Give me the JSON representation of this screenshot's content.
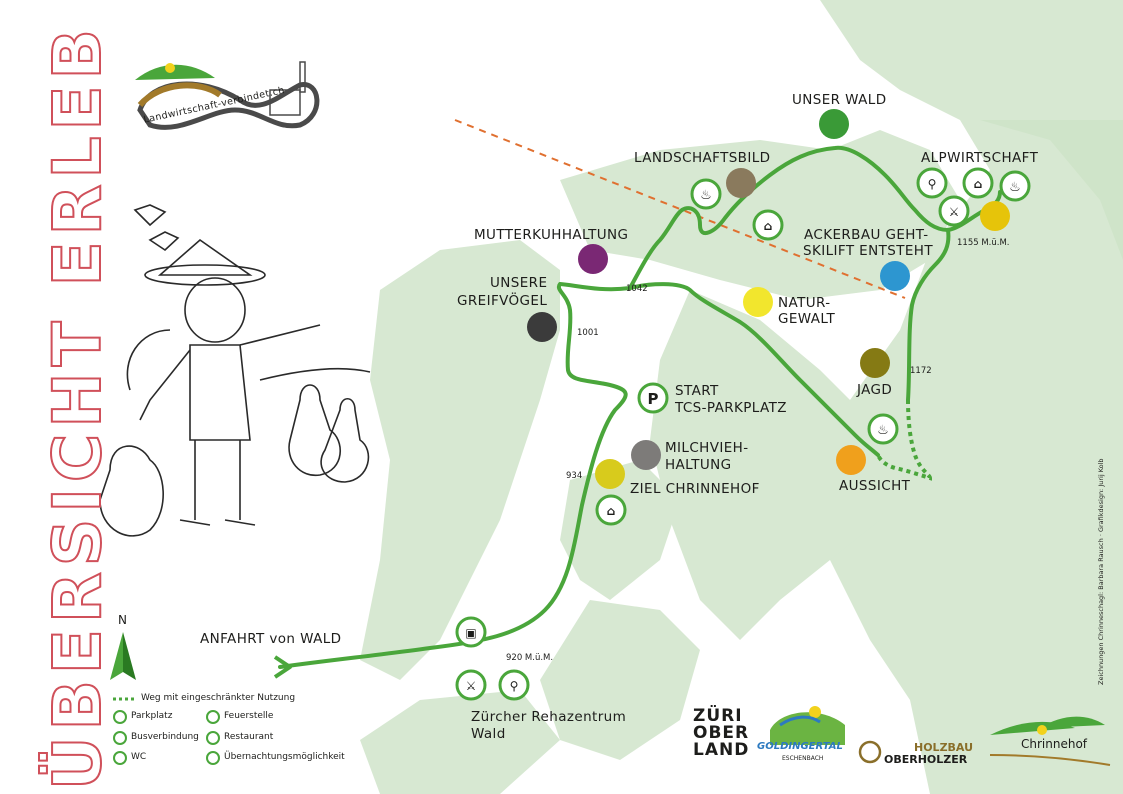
{
  "title": "ÜBERSICHT ERLEBNISWEG",
  "logo_text": "Landwirtschaft-verbindet.ch",
  "stations": [
    {
      "label": "UNSER WALD",
      "color": "#3a9a37"
    },
    {
      "label": "LANDSCHAFTSBILD",
      "color": "#8a7a5d"
    },
    {
      "label": "ALPWIRTSCHAFT",
      "color": "#e6c40a"
    },
    {
      "label": "MUTTERKUHHALTUNG",
      "color": "#7a2874"
    },
    {
      "label": "ACKERBAU GEHT-",
      "label2": "SKILIFT ENTSTEHT",
      "color": "#2d96d0"
    },
    {
      "label": "UNSERE",
      "label2": "GREIFVÖGEL",
      "color": "#3b3b3b"
    },
    {
      "label": "NATUR-",
      "label2": "GEWALT",
      "color": "#f2e62d"
    },
    {
      "label": "JAGD",
      "color": "#857a14"
    },
    {
      "label": "START",
      "label2": "TCS-PARKPLATZ"
    },
    {
      "label": "MILCHVIEH-",
      "label2": "HALTUNG",
      "color": "#7d7b79"
    },
    {
      "label": "ZIEL CHRINNEHOF",
      "color": "#d8cb1c"
    },
    {
      "label": "AUSSICHT",
      "color": "#f0a01c"
    }
  ],
  "elevations": [
    "1042",
    "1001",
    "1155 M.ü.M.",
    "1172",
    "934",
    "920 M.ü.M."
  ],
  "approach": "ANFAHRT von WALD",
  "north": "N",
  "rehazentrum": {
    "line1": "Zürcher Rehazentrum",
    "line2": "Wald"
  },
  "legend": {
    "restricted": "Weg mit eingeschränkter Nutzung",
    "items": [
      {
        "icon": "parking-icon",
        "label": "Parkplatz"
      },
      {
        "icon": "fire-icon",
        "label": "Feuerstelle"
      },
      {
        "icon": "bus-icon",
        "label": "Busverbindung"
      },
      {
        "icon": "restaurant-icon",
        "label": "Restaurant"
      },
      {
        "icon": "wc-icon",
        "label": "WC"
      },
      {
        "icon": "bed-icon",
        "label": "Übernachtungsmöglichkeit"
      }
    ]
  },
  "credit": "Zeichnungen Chrinneschagl: Barbara Rausch · Grafikdesign: Jurij Kolb",
  "sponsors": {
    "zuri": [
      "ZÜRI",
      "OBER",
      "LAND"
    ],
    "goldingertal": "GOLDINGERTAL",
    "eschenbach": "ESCHENBACH",
    "holzbau": "HOLZBAU",
    "oberholzer": "OBERHOLZER",
    "chrinnehof": "Chrinnehof"
  },
  "colors": {
    "trail": "#4aa63b",
    "terrain": "#d7e8d2",
    "title": "#d0505a",
    "dashed_line": "#e07030"
  }
}
